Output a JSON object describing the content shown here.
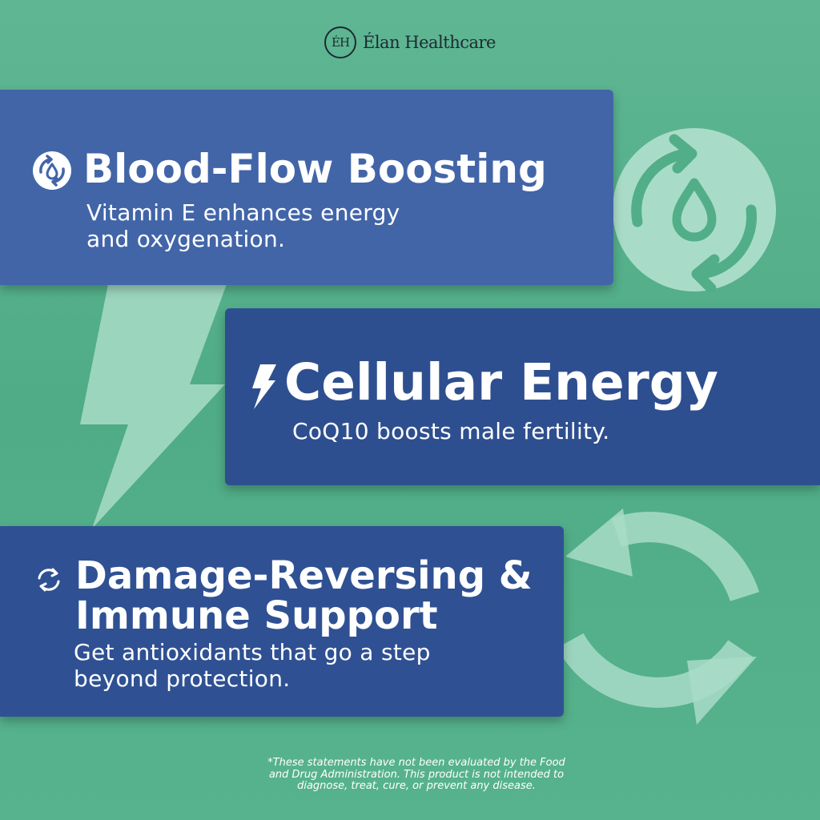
{
  "brand": {
    "monogram": "ÉH",
    "name": "Élan Healthcare"
  },
  "benefits": [
    {
      "icon": "blood-drop-cycle-icon",
      "title": "Blood-Flow Boosting",
      "description": "Vitamin E enhances energy\nand oxygenation."
    },
    {
      "icon": "lightning-bolt-icon",
      "title": "Cellular Energy",
      "description": "CoQ10 boosts male fertility."
    },
    {
      "icon": "cycle-arrows-icon",
      "title_lines": [
        "Damage-Reversing &",
        "Immune Support"
      ],
      "description": "Get antioxidants that go a step\nbeyond protection."
    }
  ],
  "disclaimer": "*These statements have not been evaluated by the Food\nand Drug Administration. This product is not intended to\ndiagnose, treat, cure, or prevent any disease.",
  "colors": {
    "background": "#52ae88",
    "card_light_blue": "#4265a8",
    "card_dark_blue": "#2e4f8f",
    "text": "#ffffff",
    "decor": "#a9dcc8"
  }
}
